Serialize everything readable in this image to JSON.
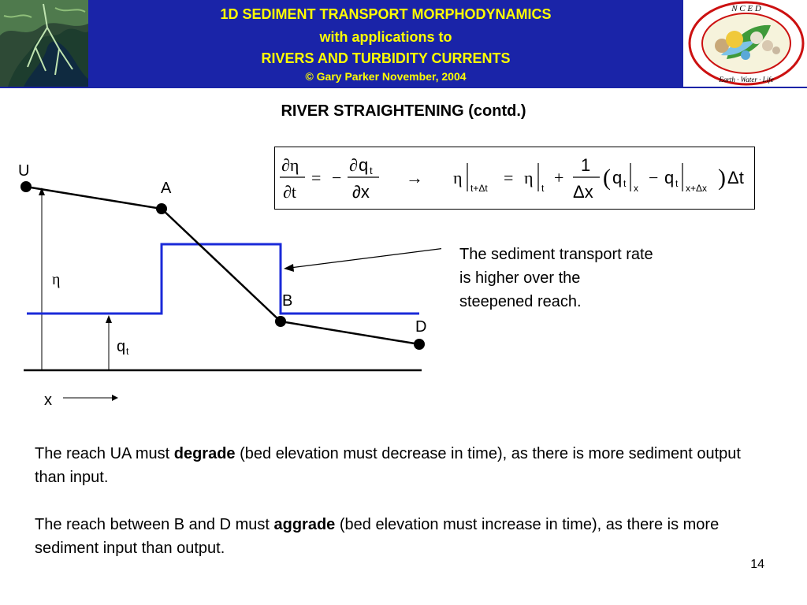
{
  "header": {
    "line1": "1D SEDIMENT TRANSPORT MORPHODYNAMICS",
    "line2": "with applications to",
    "line3": "RIVERS AND TURBIDITY CURRENTS",
    "line4": "© Gary Parker November, 2004",
    "logo_text": "N C E D",
    "logo_ring_text": "Earth · Water · Life",
    "banner_color": "#1a24a8",
    "banner_text_color": "#ffff00"
  },
  "slide": {
    "title": "RIVER STRAIGHTENING (contd.)",
    "page_number": "14"
  },
  "equation": {
    "lhs_num": "∂η",
    "lhs_den": "∂t",
    "eq_sign": "=",
    "minus": "−",
    "rhs_num_d": "∂",
    "rhs_num_q": "q",
    "rhs_num_sub": "t",
    "rhs_den": "∂x",
    "arrow": "→",
    "eta": "η",
    "sub_t_dt": "t+Δt",
    "eq_sign2": "=",
    "eta2": "η",
    "sub_t": "t",
    "plus": "+",
    "frac_num": "1",
    "frac_den": "Δx",
    "lparen": "(",
    "q1": "q",
    "q1_sub": "t",
    "q1_eval": "x",
    "minus2": "−",
    "q2": "q",
    "q2_sub": "t",
    "q2_eval": "x+Δx",
    "rparen": ")",
    "dt": "Δt"
  },
  "diagram": {
    "label_U": "U",
    "label_A": "A",
    "label_B": "B",
    "label_D": "D",
    "label_eta": "η",
    "label_q": "q",
    "label_q_sub": "t",
    "label_x": "x",
    "bed_color": "#000000",
    "qt_color": "#1a2ad8"
  },
  "callout": {
    "line1": "The sediment transport rate",
    "line2": "is higher over the",
    "line3": "steepened reach."
  },
  "paragraphs": {
    "p1_a": "The reach UA must ",
    "p1_bold": "degrade",
    "p1_b": " (bed elevation must decrease in time), as there is more sediment output than input.",
    "p2_a": "The reach between B and D must ",
    "p2_bold": "aggrade",
    "p2_b": " (bed elevation must increase in time), as there is more sediment input than output."
  }
}
